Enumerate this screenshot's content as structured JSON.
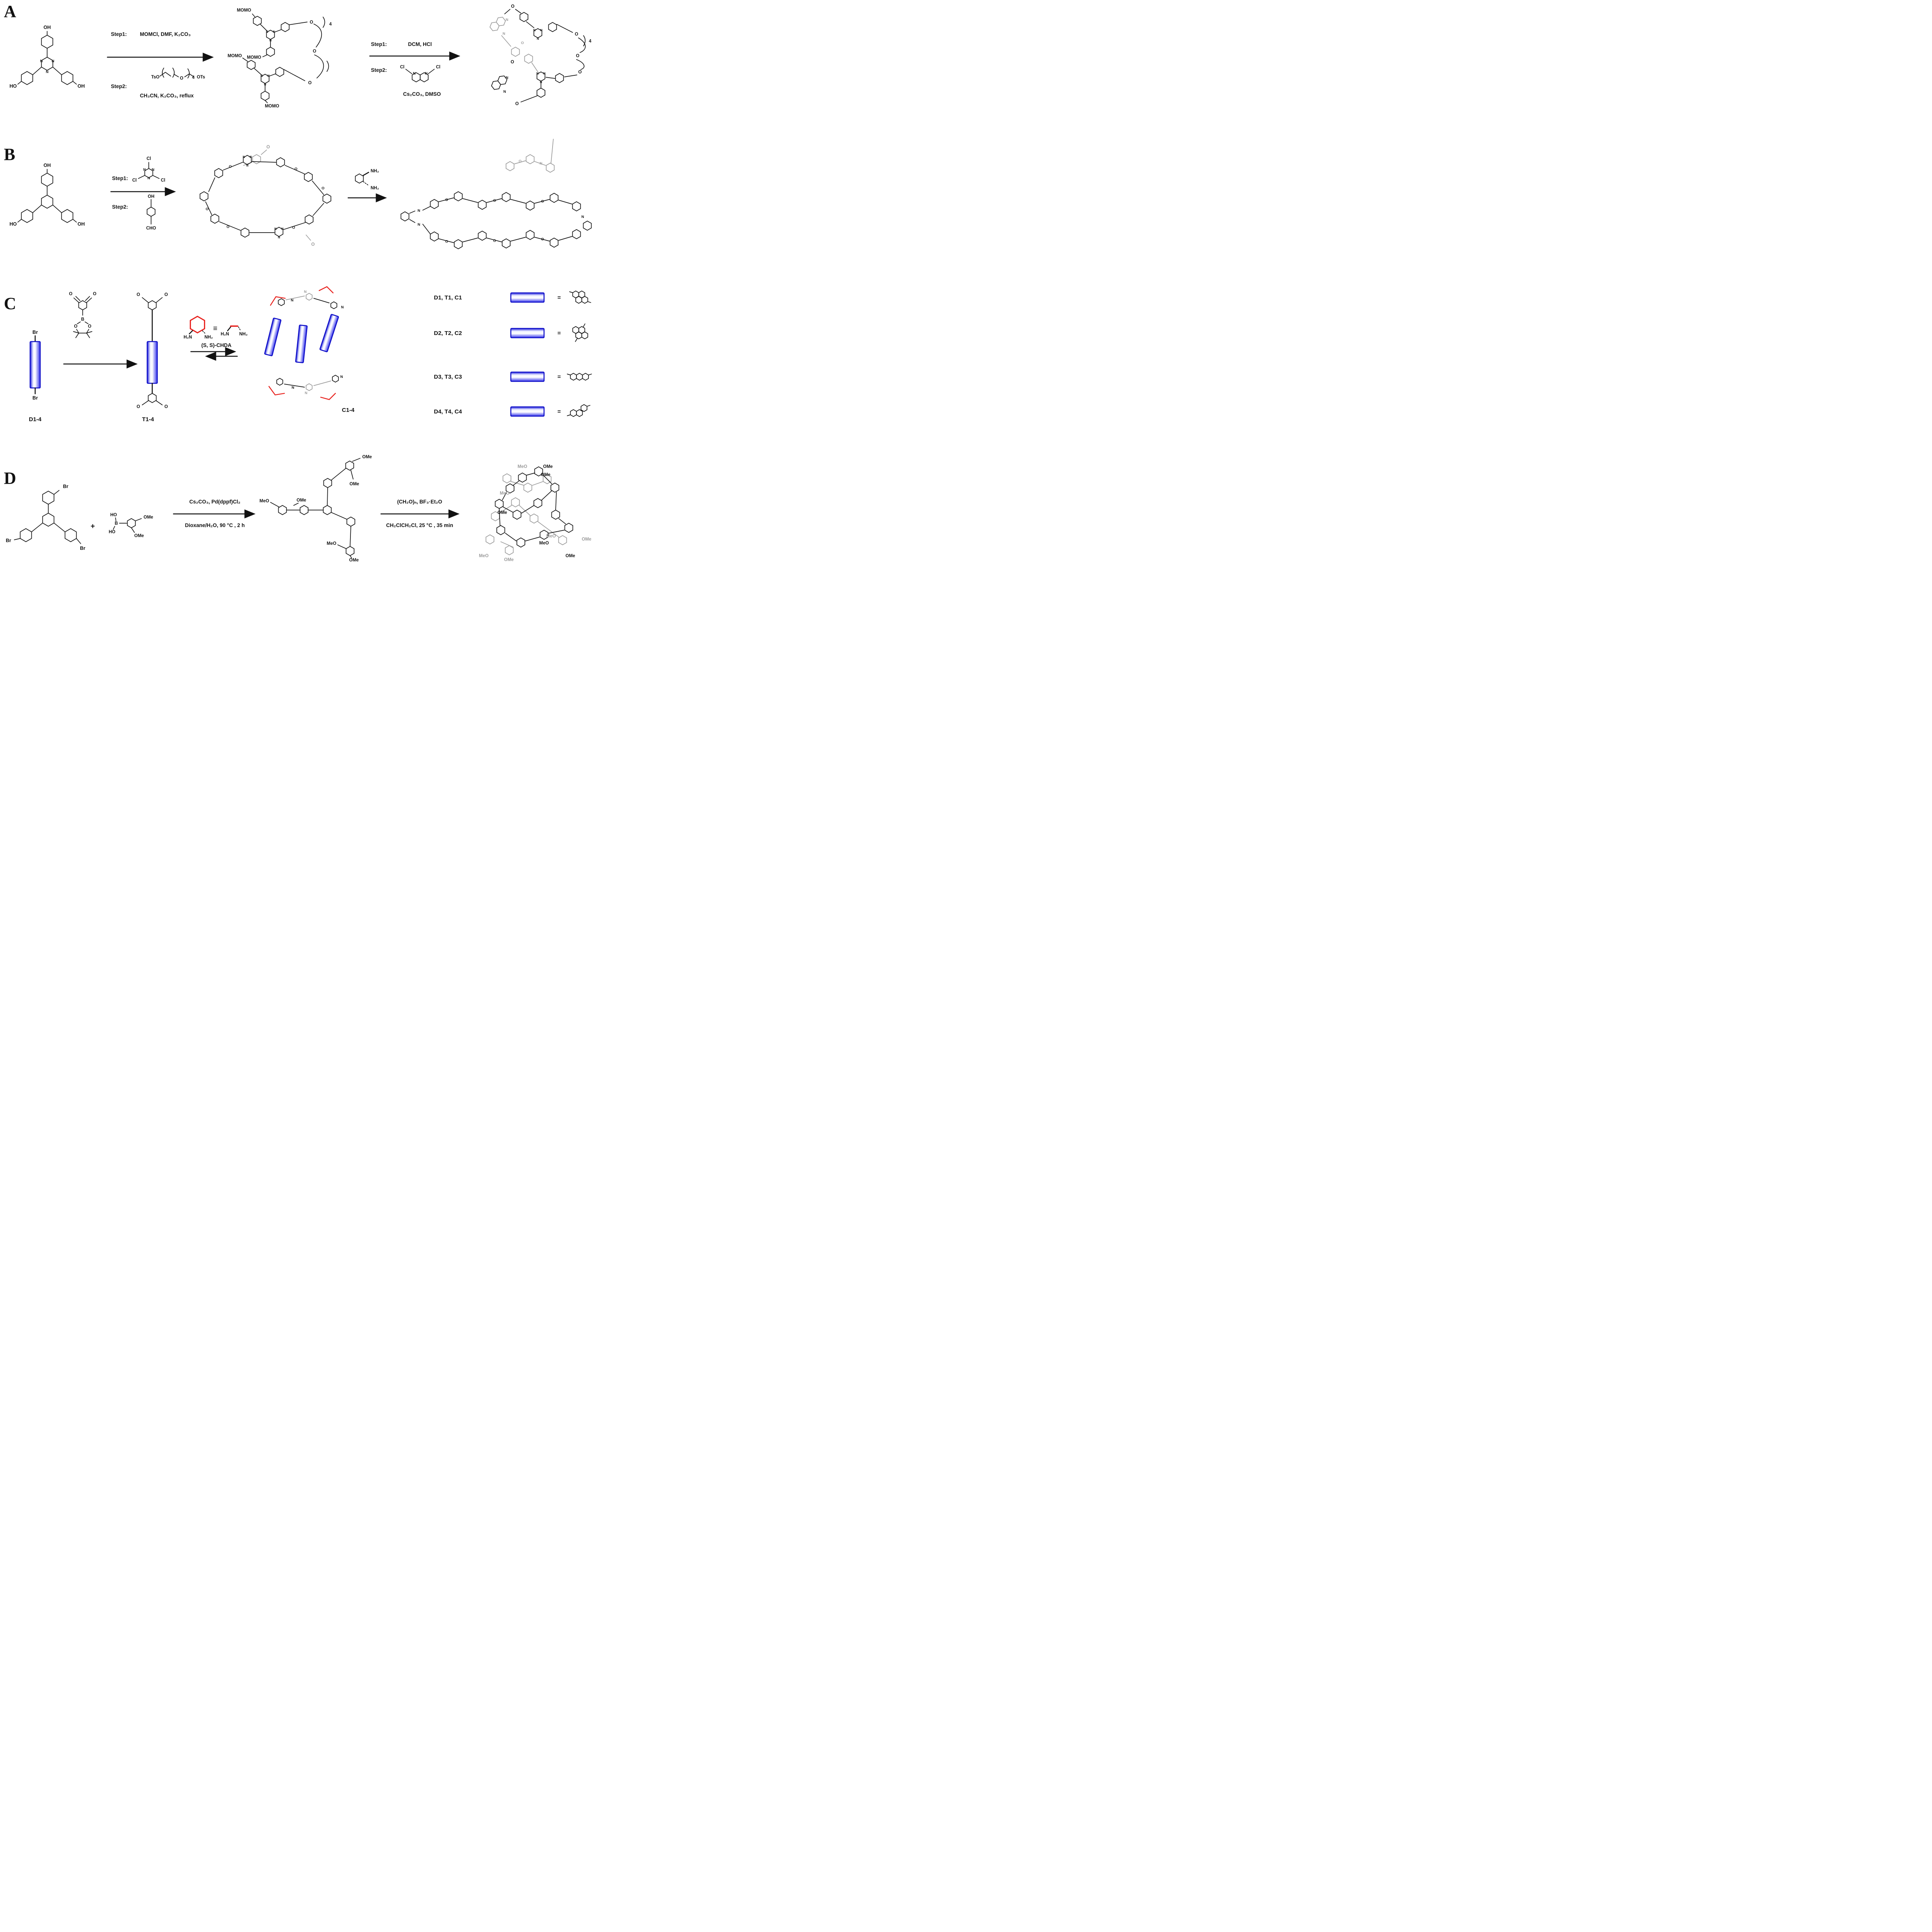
{
  "colors": {
    "black": "#111111",
    "gray": "#9b9b9b",
    "red": "#e8211d",
    "bar_border": "#0f0fc8",
    "bar_fill": "#3535ec"
  },
  "sym": {
    "N": "N",
    "O": "O",
    "OH": "OH",
    "HO": "HO",
    "Cl": "Cl",
    "Br": "Br",
    "B": "B",
    "OMe": "OMe",
    "MeO": "MeO",
    "NH2": "NH₂",
    "H2N": "H₂N",
    "CHO": "CHO",
    "MOMO": "MOMO",
    "TsO": "TsO",
    "OTs": "OTs",
    "four": "4",
    "plus": "+",
    "equiv": "≡",
    "eq": "="
  },
  "panels": {
    "A": {
      "letter": "A",
      "arrow1": {
        "step1_label": "Step1:",
        "step1": "MOMCl, DMF, K₂CO₃",
        "step2_label": "Step2:",
        "step2": "CH₃CN, K₂CO₃, reflux"
      },
      "arrow2": {
        "step1_label": "Step1:",
        "step1": "DCM, HCl",
        "step2_label": "Step2:",
        "step2": "Cs₂CO₃, DMSO"
      }
    },
    "B": {
      "letter": "B",
      "arrow1": {
        "step1_label": "Step1:",
        "step2_label": "Step2:"
      }
    },
    "C": {
      "letter": "C",
      "reactant_label": "D1-4",
      "intermediate_label": "T1-4",
      "product_label": "C1-4",
      "chda": "(S, S)-CHDA",
      "legend": {
        "rows": [
          {
            "label": "D1, T1, C1"
          },
          {
            "label": "D2, T2, C2"
          },
          {
            "label": "D3, T3, C3"
          },
          {
            "label": "D4, T4, C4"
          }
        ]
      }
    },
    "D": {
      "letter": "D",
      "arrow1": {
        "line1": "Cs₂CO₃, Pd(dppf)Cl₂",
        "line2": "Dioxane/H₂O, 90 °C , 2 h"
      },
      "arrow2": {
        "line1": "(CH₂O)ₙ, BF₃·Et₂O",
        "line2": "CH₂ClCH₂Cl, 25 °C , 35 min"
      }
    }
  }
}
